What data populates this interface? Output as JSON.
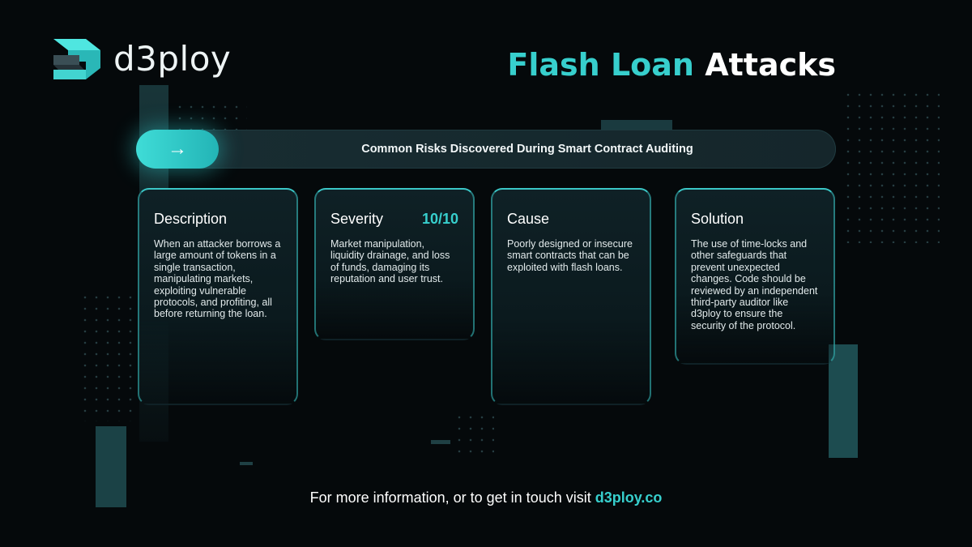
{
  "brand": {
    "name": "d3ploy"
  },
  "title": {
    "accent": "Flash Loan",
    "rest": "Attacks"
  },
  "banner": {
    "arrow_icon": "arrow-right-icon",
    "text": "Common Risks Discovered During Smart Contract Auditing"
  },
  "cards": [
    {
      "title": "Description",
      "score": "",
      "body": "When an attacker borrows a large amount of tokens in a single transaction, manipulating markets, exploiting vulnerable protocols, and profiting, all before returning the loan."
    },
    {
      "title": "Severity",
      "score": "10/10",
      "body": "Market manipulation, liquidity drainage, and loss of funds, damaging its reputation and user trust."
    },
    {
      "title": "Cause",
      "score": "",
      "body": "Poorly designed or insecure smart contracts that can be exploited with flash loans."
    },
    {
      "title": "Solution",
      "score": "",
      "body": "The use of time-locks and other safeguards that prevent unexpected changes. Code should be reviewed by an independent third-party auditor like d3ploy to ensure the security of the protocol."
    }
  ],
  "footer": {
    "text": "For more information, or to get in touch visit ",
    "link": "d3ploy.co"
  },
  "colors": {
    "accent": "#37cfcd",
    "background": "#05090b",
    "card_border": "#3bc7c7"
  }
}
